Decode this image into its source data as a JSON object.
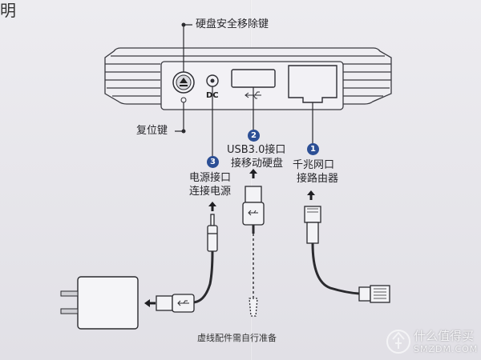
{
  "heading_fragment": "明",
  "labels": {
    "eject_button": "硬盘安全移除键",
    "reset_button": "复位键",
    "dc_port_marking": "DC",
    "usb_title": "USB3.0接口",
    "usb_desc": "接移动硬盘",
    "wan_title": "千兆网口",
    "wan_desc": "接路由器",
    "power_title": "电源接口",
    "power_desc": "连接电源",
    "cable_note": "虚线配件需自行准备"
  },
  "numbers": {
    "wan": "1",
    "usb": "2",
    "power": "3"
  },
  "watermark": {
    "text": "什么值得买",
    "sub": "SMZDM.COM"
  },
  "colors": {
    "badge": "#2c4f95",
    "ink": "#26262a",
    "paper": "#e9e8ec"
  }
}
